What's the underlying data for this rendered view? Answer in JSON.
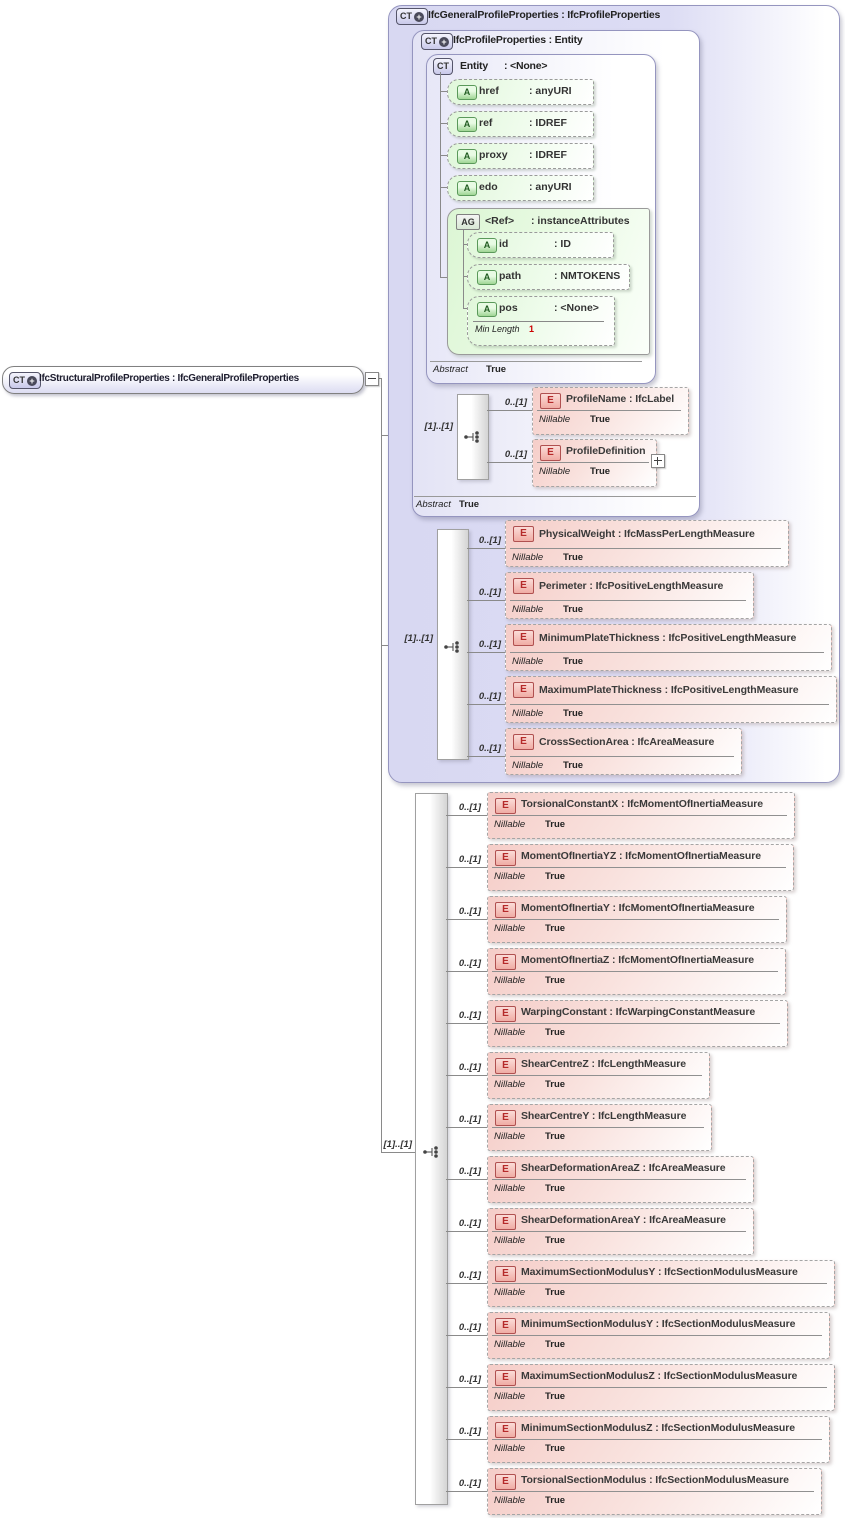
{
  "labels": {
    "nillable": "Nillable",
    "true_value": "True",
    "abstract": "Abstract",
    "e_badge": "E",
    "a_badge": "A",
    "ag_badge": "AG",
    "ct_badge": "CT"
  },
  "root": {
    "label": "IfcStructuralProfileProperties : IfcGeneralProfileProperties"
  },
  "general_box": {
    "title": "IfcGeneralProfileProperties : IfcProfileProperties"
  },
  "profile_box": {
    "title": "IfcProfileProperties : Entity",
    "abstract_value": "True"
  },
  "entity_box": {
    "name": "Entity",
    "type": ": <None>",
    "abstract_value": "True",
    "attributes": [
      {
        "name": "href",
        "type": ": anyURI"
      },
      {
        "name": "ref",
        "type": ": IDREF"
      },
      {
        "name": "proxy",
        "type": ": IDREF"
      },
      {
        "name": "edo",
        "type": ": anyURI"
      }
    ],
    "attr_group": {
      "name": "<Ref>",
      "type": ": instanceAttributes",
      "attributes": [
        {
          "name": "id",
          "type": ": ID"
        },
        {
          "name": "path",
          "type": ": NMTOKENS"
        },
        {
          "name": "pos",
          "type": ": <None>",
          "facet_label": "Min Length",
          "facet_value": "1"
        }
      ]
    }
  },
  "profile_seq": {
    "cardinality": "[1]..[1]",
    "elements": [
      {
        "card": "0..[1]",
        "label": "ProfileName : IfcLabel"
      },
      {
        "card": "0..[1]",
        "label": "ProfileDefinition"
      }
    ]
  },
  "general_seq": {
    "cardinality": "[1]..[1]",
    "elements": [
      {
        "card": "0..[1]",
        "label": "PhysicalWeight : IfcMassPerLengthMeasure"
      },
      {
        "card": "0..[1]",
        "label": "Perimeter : IfcPositiveLengthMeasure"
      },
      {
        "card": "0..[1]",
        "label": "MinimumPlateThickness : IfcPositiveLengthMeasure"
      },
      {
        "card": "0..[1]",
        "label": "MaximumPlateThickness : IfcPositiveLengthMeasure"
      },
      {
        "card": "0..[1]",
        "label": "CrossSectionArea : IfcAreaMeasure"
      }
    ]
  },
  "structural_seq": {
    "cardinality": "[1]..[1]",
    "elements": [
      {
        "card": "0..[1]",
        "label": "TorsionalConstantX : IfcMomentOfInertiaMeasure"
      },
      {
        "card": "0..[1]",
        "label": "MomentOfInertiaYZ : IfcMomentOfInertiaMeasure"
      },
      {
        "card": "0..[1]",
        "label": "MomentOfInertiaY : IfcMomentOfInertiaMeasure"
      },
      {
        "card": "0..[1]",
        "label": "MomentOfInertiaZ : IfcMomentOfInertiaMeasure"
      },
      {
        "card": "0..[1]",
        "label": "WarpingConstant : IfcWarpingConstantMeasure"
      },
      {
        "card": "0..[1]",
        "label": "ShearCentreZ : IfcLengthMeasure"
      },
      {
        "card": "0..[1]",
        "label": "ShearCentreY : IfcLengthMeasure"
      },
      {
        "card": "0..[1]",
        "label": "ShearDeformationAreaZ : IfcAreaMeasure"
      },
      {
        "card": "0..[1]",
        "label": "ShearDeformationAreaY : IfcAreaMeasure"
      },
      {
        "card": "0..[1]",
        "label": "MaximumSectionModulusY : IfcSectionModulusMeasure"
      },
      {
        "card": "0..[1]",
        "label": "MinimumSectionModulusY : IfcSectionModulusMeasure"
      },
      {
        "card": "0..[1]",
        "label": "MaximumSectionModulusZ : IfcSectionModulusMeasure"
      },
      {
        "card": "0..[1]",
        "label": "MinimumSectionModulusZ : IfcSectionModulusMeasure"
      },
      {
        "card": "0..[1]",
        "label": "TorsionalSectionModulus : IfcSectionModulusMeasure"
      }
    ]
  }
}
